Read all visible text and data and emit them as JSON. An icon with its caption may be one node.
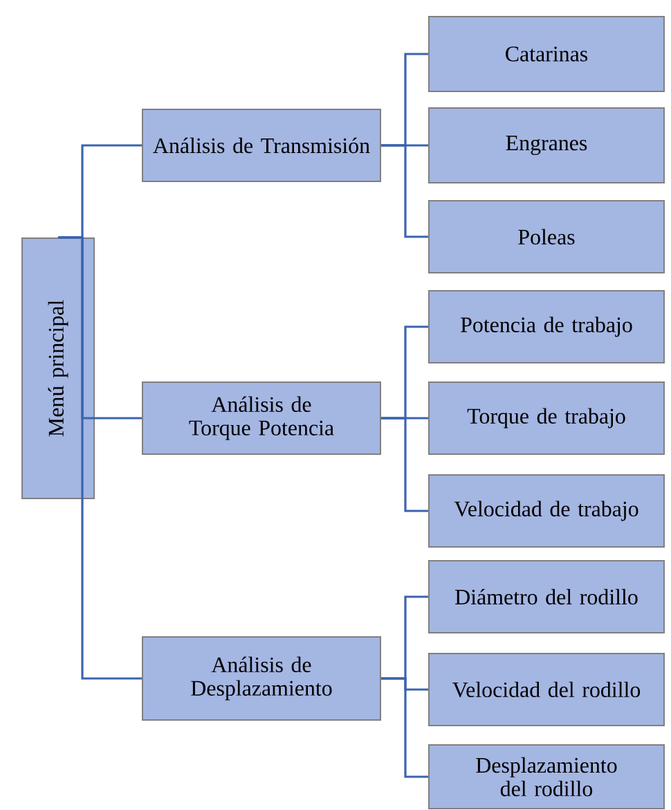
{
  "diagram": {
    "nodes": [
      {
        "text": [
          "Menú principal"
        ]
      },
      {
        "text": [
          "Análisis de Transmisión"
        ]
      },
      {
        "text": [
          "Catarinas"
        ]
      },
      {
        "text": [
          "Engranes"
        ]
      },
      {
        "text": [
          "Poleas"
        ]
      },
      {
        "text": [
          "Análisis de Torque Potencia"
        ]
      },
      {
        "text": [
          "Potencia de trabajo"
        ]
      },
      {
        "text": [
          "Torque de trabajo"
        ]
      },
      {
        "text": [
          "Velocidad de trabajo"
        ]
      },
      {
        "text": [
          "Análisis de Desplazamiento"
        ]
      },
      {
        "text": [
          "Diámetro del rodillo"
        ]
      },
      {
        "text": [
          "Velocidad del rodillo"
        ]
      },
      {
        "text": [
          "Desplazamiento del rodillo"
        ]
      }
    ],
    "edges": [
      {
        "from": 0,
        "to": 1,
        "arrow": "none"
      },
      {
        "from": 0,
        "to": 5,
        "arrow": "none"
      },
      {
        "from": 0,
        "to": 9,
        "arrow": "none"
      },
      {
        "from": 1,
        "to": 2,
        "arrow": "none"
      },
      {
        "from": 1,
        "to": 3,
        "arrow": "none"
      },
      {
        "from": 1,
        "to": 4,
        "arrow": "none"
      },
      {
        "from": 5,
        "to": 6,
        "arrow": "none"
      },
      {
        "from": 5,
        "to": 7,
        "arrow": "none"
      },
      {
        "from": 5,
        "to": 8,
        "arrow": "none"
      },
      {
        "from": 9,
        "to": 10,
        "arrow": "none"
      },
      {
        "from": 9,
        "to": 11,
        "arrow": "none"
      },
      {
        "from": 9,
        "to": 12,
        "arrow": "none"
      }
    ]
  }
}
